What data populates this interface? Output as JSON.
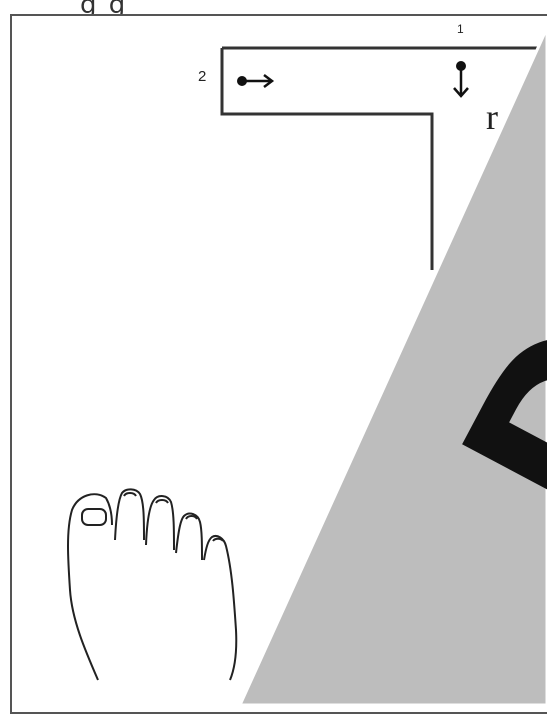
{
  "header": {
    "scrap_text": "g g"
  },
  "diagram": {
    "step_two_label": "2",
    "step_one_label": "1",
    "letter_label": "r",
    "arrow_icons": [
      "right-arrow-icon",
      "down-arrow-icon"
    ]
  },
  "overlay": {
    "color": "#bdbdbd",
    "big_letter": "D"
  },
  "illustration": {
    "icon": "foot-icon"
  }
}
